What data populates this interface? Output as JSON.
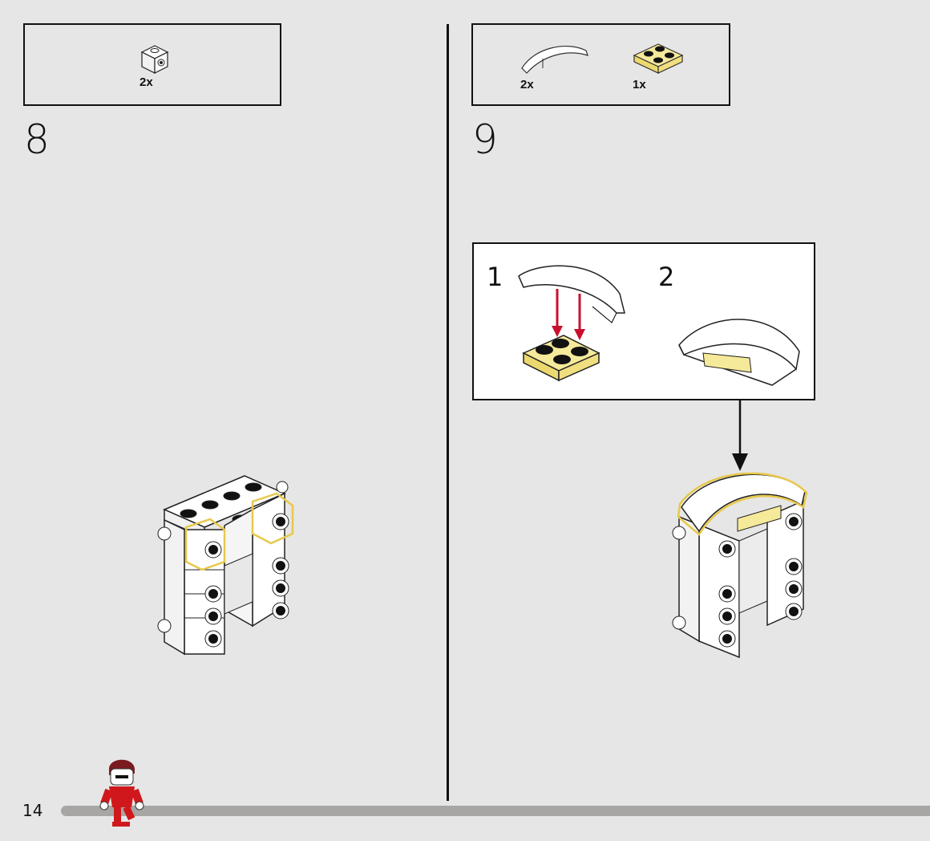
{
  "page_number": "14",
  "steps": [
    {
      "number": "8",
      "parts": [
        {
          "qty": "2x",
          "part": "white-1x1-brick-with-stud-on-side"
        }
      ]
    },
    {
      "number": "9",
      "parts": [
        {
          "qty": "2x",
          "part": "white-curved-slope"
        },
        {
          "qty": "1x",
          "part": "yellow-2x2-plate"
        }
      ],
      "substeps": [
        "1",
        "2"
      ]
    }
  ],
  "progress": 0.12,
  "colors": {
    "background": "#e6e6e6",
    "highlight": "#e8c84a",
    "arrow_red": "#c8102e",
    "yellow_part": "#f5e99a",
    "progress_track": "#a8a6a4"
  }
}
